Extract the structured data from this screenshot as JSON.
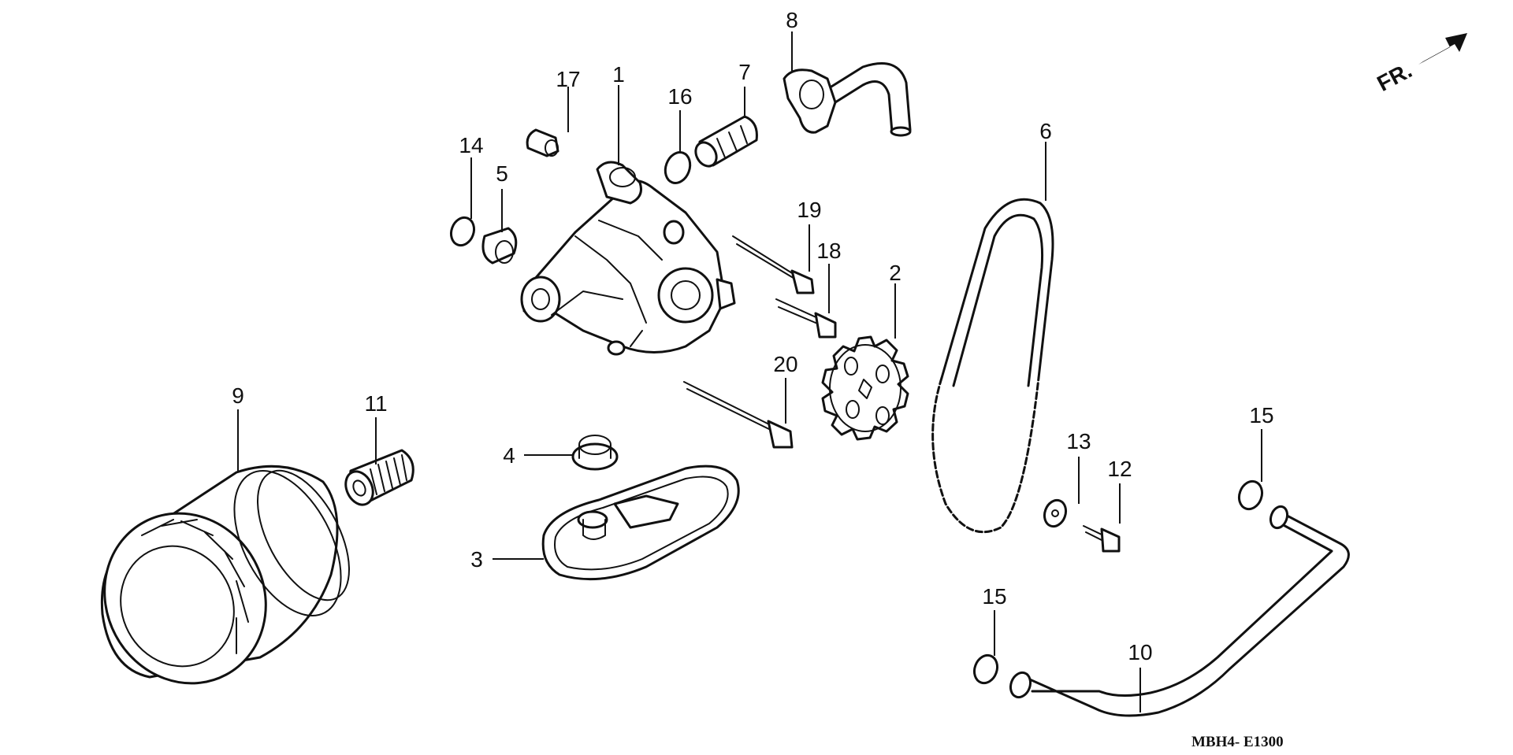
{
  "diagram": {
    "direction_label": "FR.",
    "code": "MBH4- E1300",
    "callouts": {
      "c1": "1",
      "c2": "2",
      "c3": "3",
      "c4": "4",
      "c5": "5",
      "c6": "6",
      "c7": "7",
      "c8": "8",
      "c9": "9",
      "c10": "10",
      "c11": "11",
      "c12": "12",
      "c13": "13",
      "c14": "14",
      "c15a": "15",
      "c15b": "15",
      "c16": "16",
      "c17": "17",
      "c18": "18",
      "c19": "19",
      "c20": "20"
    }
  }
}
